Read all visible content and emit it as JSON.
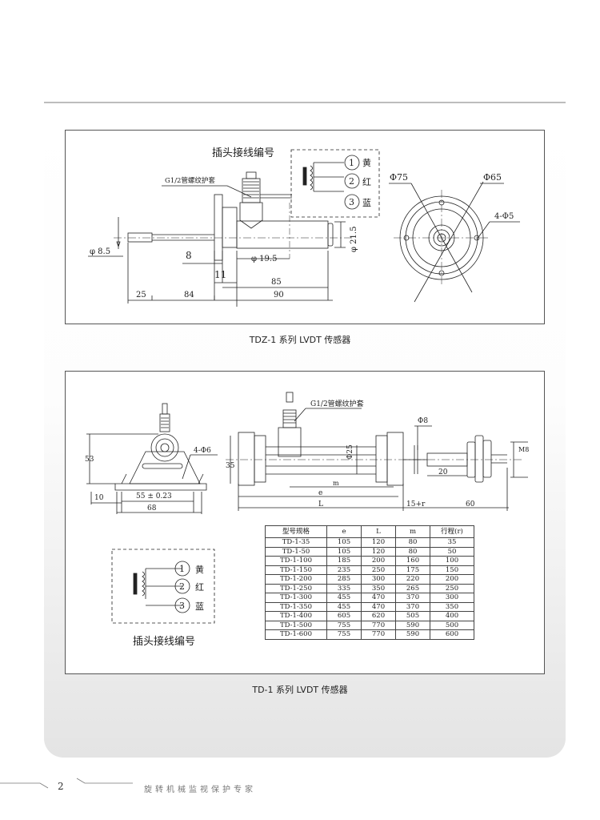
{
  "page": {
    "number": "2",
    "footer_text": "旋转机械监视保护专家"
  },
  "fig1": {
    "caption": "TDZ-1 系列 LVDT 传感器",
    "plug_title": "插头接线编号",
    "fitting_label": "G1/2管螺纹护套",
    "wires": [
      {
        "num": "1",
        "color": "黄"
      },
      {
        "num": "2",
        "color": "红"
      },
      {
        "num": "3",
        "color": "蓝"
      }
    ],
    "dims": {
      "d85": "φ 8.5",
      "d19": "φ 19.5",
      "d21": "φ 21.5",
      "l8": "8",
      "l11": "11",
      "l85": "85",
      "l25": "25",
      "l84": "84",
      "l90": "90",
      "phi75": "Φ75",
      "phi65": "Φ65",
      "holes": "4-Φ5"
    }
  },
  "fig2": {
    "caption": "TD-1 系列 LVDT 传感器",
    "plug_title": "插头接线编号",
    "fitting_label": "G1/2管螺纹护套",
    "wires": [
      {
        "num": "1",
        "color": "黄"
      },
      {
        "num": "2",
        "color": "红"
      },
      {
        "num": "3",
        "color": "蓝"
      }
    ],
    "dims": {
      "d53": "53",
      "d10": "10",
      "d55": "55 ± 0.23",
      "d68": "68",
      "holes": "4-Φ6",
      "d35": "35",
      "m": "m",
      "e": "e",
      "L": "L",
      "phi25": "Φ25",
      "phi8": "Φ8",
      "d20": "20",
      "d15r": "15+r",
      "d60": "60",
      "m8": "M8"
    },
    "table": {
      "headers": [
        "型号规格",
        "e",
        "L",
        "m",
        "行程(r)"
      ],
      "rows": [
        [
          "TD-1-35",
          "105",
          "120",
          "80",
          "35"
        ],
        [
          "TD-1-50",
          "105",
          "120",
          "80",
          "50"
        ],
        [
          "TD-1-100",
          "185",
          "200",
          "160",
          "100"
        ],
        [
          "TD-1-150",
          "235",
          "250",
          "175",
          "150"
        ],
        [
          "TD-1-200",
          "285",
          "300",
          "220",
          "200"
        ],
        [
          "TD-1-250",
          "335",
          "350",
          "265",
          "250"
        ],
        [
          "TD-1-300",
          "455",
          "470",
          "370",
          "300"
        ],
        [
          "TD-1-350",
          "455",
          "470",
          "370",
          "350"
        ],
        [
          "TD-1-400",
          "605",
          "620",
          "505",
          "400"
        ],
        [
          "TD-1-500",
          "755",
          "770",
          "590",
          "500"
        ],
        [
          "TD-1-600",
          "755",
          "770",
          "590",
          "600"
        ]
      ]
    }
  }
}
